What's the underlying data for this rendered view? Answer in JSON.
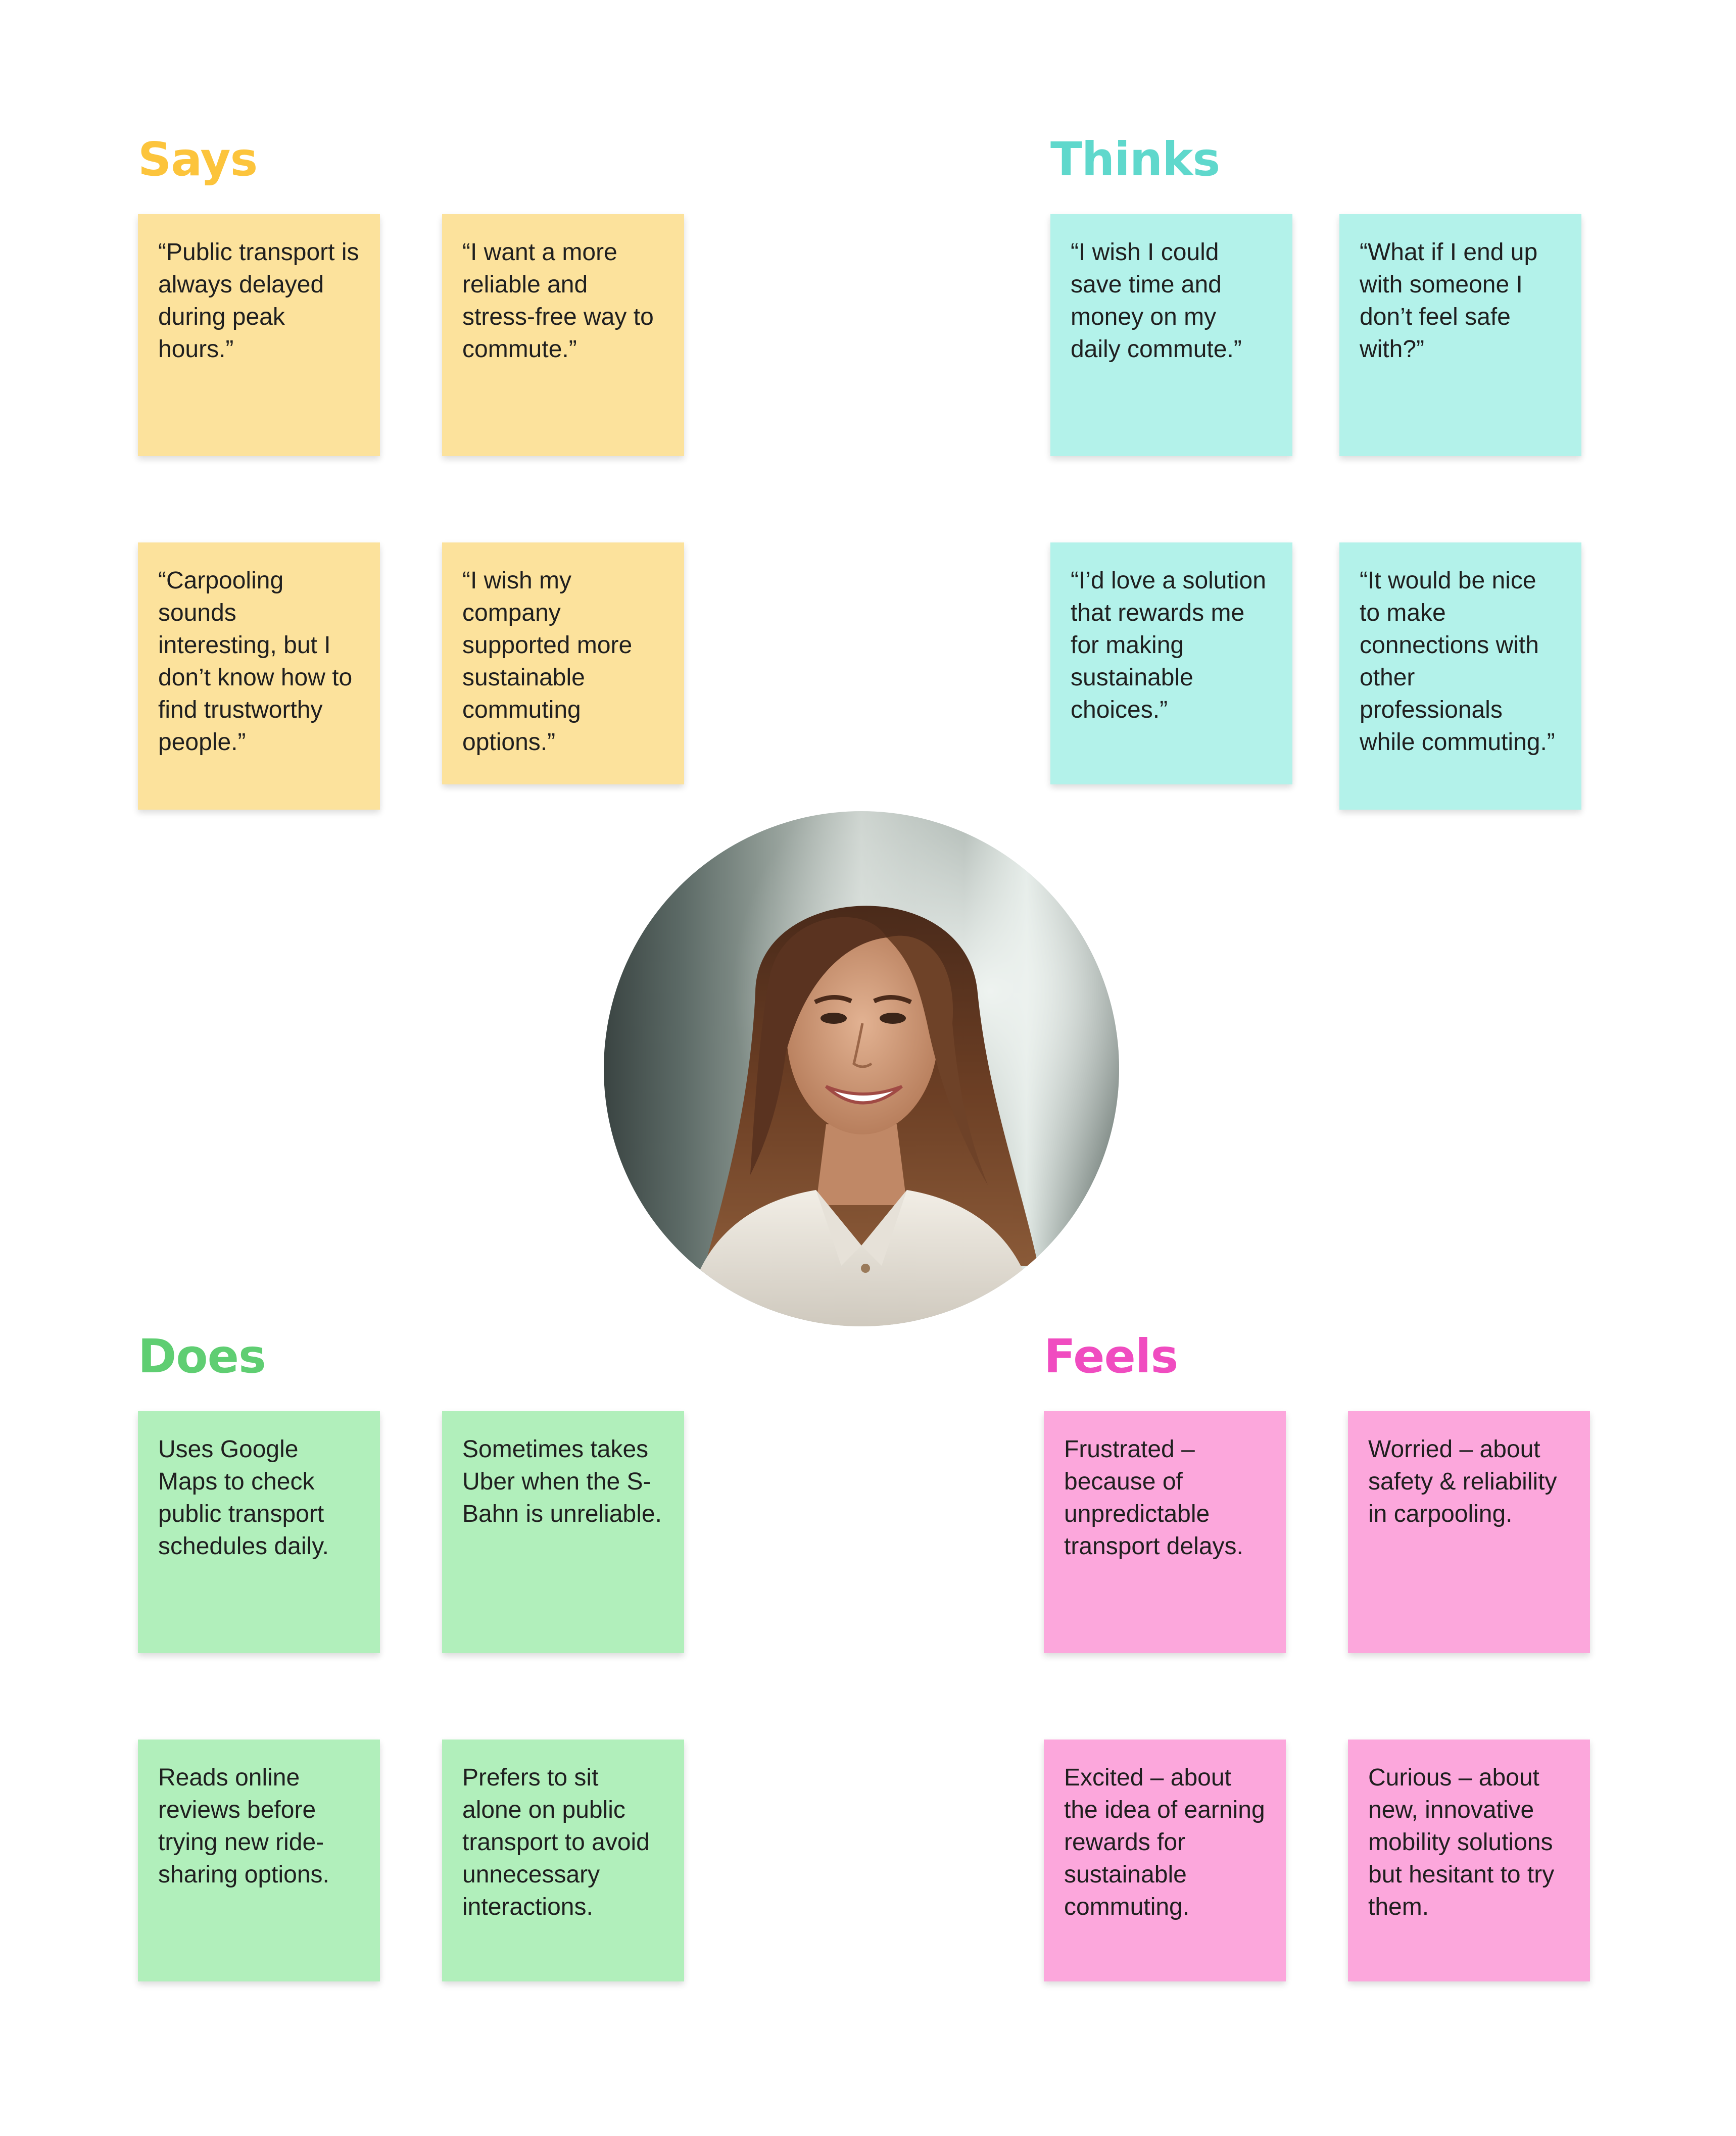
{
  "sections": {
    "says": {
      "title": "Says",
      "color": "#fcc43c",
      "note_color": "#fce29c",
      "notes": [
        "“Public transport is always delayed during peak hours.”",
        "“I want a more reliable and stress-free way to commute.”",
        "“Carpooling sounds interesting, but I don’t know how to find trustworthy people.”",
        "“I wish my company supported more sustainable commuting options.”"
      ]
    },
    "thinks": {
      "title": "Thinks",
      "color": "#5fd8cc",
      "note_color": "#b3f2ea",
      "notes": [
        " “I wish I could save time and money on my daily commute.”",
        "“What if I end up with someone I don’t feel safe with?”",
        "“I’d love a solution that rewards me for making sustainable choices.”",
        "“It would be nice to make connections with other professionals while commuting.”"
      ]
    },
    "does": {
      "title": "Does",
      "color": "#5fce72",
      "note_color": "#b1efbb",
      "notes": [
        "Uses Google Maps to check public transport schedules daily.",
        "Sometimes takes Uber when the S-Bahn is unreliable.",
        "Reads online reviews before trying new ride-sharing options.",
        "Prefers to sit alone on public transport to avoid unnecessary interactions."
      ]
    },
    "feels": {
      "title": "Feels",
      "color": "#f04cc0",
      "note_color": "#fca7dc",
      "notes": [
        "Frustrated – because of unpredictable transport delays.",
        "Worried – about safety & reliability in carpooling.",
        "Excited – about the idea of earning rewards for sustainable commuting.",
        "Curious – about new, innovative mobility solutions but hesitant to try them."
      ]
    }
  }
}
